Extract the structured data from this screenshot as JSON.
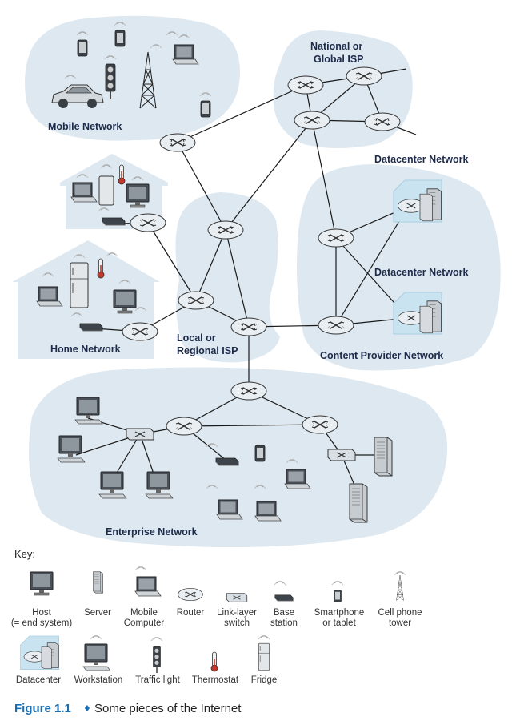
{
  "regions": {
    "mobile": "Mobile Network",
    "national": [
      "National or",
      "Global ISP"
    ],
    "datacenter1": "Datacenter Network",
    "datacenter2": "Datacenter Network",
    "home": "Home Network",
    "local": [
      "Local or",
      "Regional ISP"
    ],
    "content": "Content Provider Network",
    "enterprise": "Enterprise Network"
  },
  "key": {
    "title": "Key:",
    "row1": [
      {
        "icon": "host-icon",
        "label": [
          "Host",
          "(= end system)"
        ]
      },
      {
        "icon": "server-icon",
        "label": [
          "Server"
        ]
      },
      {
        "icon": "mobile-computer-icon",
        "label": [
          "Mobile",
          "Computer"
        ]
      },
      {
        "icon": "router-icon",
        "label": [
          "Router"
        ]
      },
      {
        "icon": "link-layer-switch-icon",
        "label": [
          "Link-layer",
          "switch"
        ]
      },
      {
        "icon": "base-station-icon",
        "label": [
          "Base",
          "station"
        ]
      },
      {
        "icon": "smartphone-icon",
        "label": [
          "Smartphone",
          "or tablet"
        ]
      },
      {
        "icon": "cell-phone-tower-icon",
        "label": [
          "Cell phone",
          "tower"
        ]
      }
    ],
    "row2": [
      {
        "icon": "datacenter-icon",
        "label": "Datacenter"
      },
      {
        "icon": "workstation-icon",
        "label": "Workstation"
      },
      {
        "icon": "traffic-light-icon",
        "label": "Traffic light"
      },
      {
        "icon": "thermostat-icon",
        "label": "Thermostat"
      },
      {
        "icon": "fridge-icon",
        "label": "Fridge"
      }
    ]
  },
  "caption": {
    "number": "Figure 1.1",
    "separator": "♦",
    "text": "Some pieces of the Internet"
  },
  "colors": {
    "region_fill": "#dde8f0",
    "router_fill": "#e9eef2",
    "label_color": "#1d2a4a",
    "figure_blue": "#1a6fb3"
  }
}
